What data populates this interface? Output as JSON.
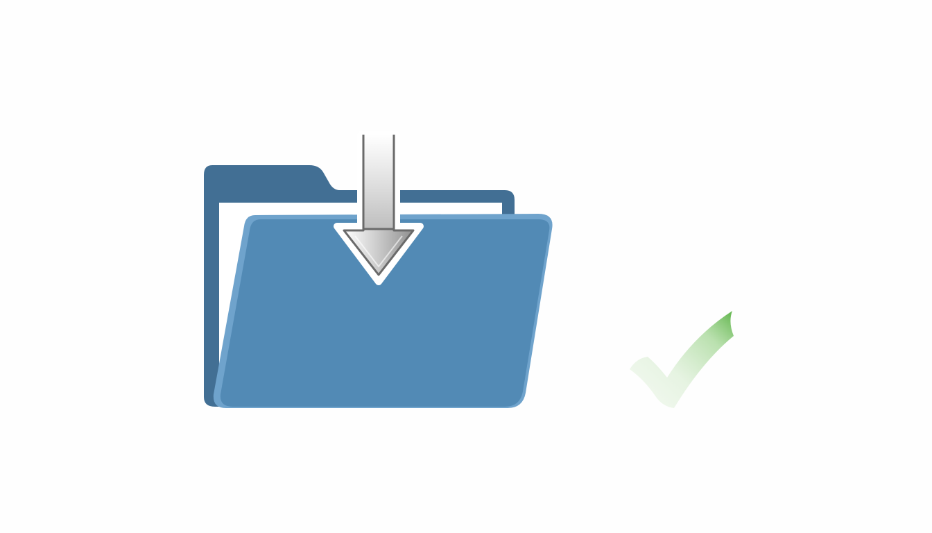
{
  "scene": {
    "background_color": "#fefefe",
    "icons": [
      {
        "name": "folder-icon",
        "role": "open folder"
      },
      {
        "name": "download-arrow-icon",
        "role": "arrow pointing into folder"
      },
      {
        "name": "checkmark-icon",
        "role": "faded success check"
      }
    ]
  },
  "colors": {
    "folder_back": "#426f94",
    "folder_front": "#528ab5",
    "folder_front_edge": "#6fa3cc",
    "paper": "#ffffff",
    "arrow_fill_light": "#f2f2f2",
    "arrow_fill_dark": "#9a9a9a",
    "arrow_stroke": "#6a6a6a",
    "check_green": "#6fbf5a",
    "check_faded": "#dcefd6"
  }
}
